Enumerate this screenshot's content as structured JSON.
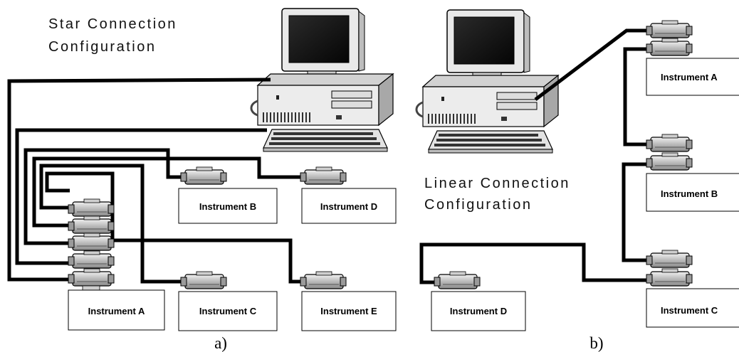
{
  "panel_a": {
    "title_line1": "Star Connection",
    "title_line2": "Configuration",
    "caption": "a)",
    "instruments": {
      "a": "Instrument A",
      "b": "Instrument B",
      "c": "Instrument C",
      "d": "Instrument D",
      "e": "Instrument E"
    }
  },
  "panel_b": {
    "title_line1": "Linear Connection",
    "title_line2": "Configuration",
    "caption": "b)",
    "instruments": {
      "a": "Instrument A",
      "b": "Instrument B",
      "c": "Instrument C",
      "d": "Instrument D"
    }
  }
}
